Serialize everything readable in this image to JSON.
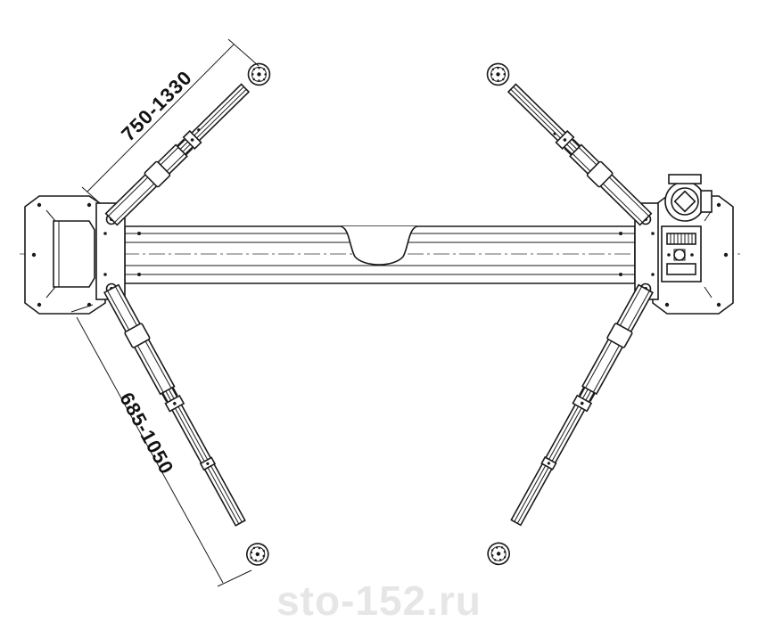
{
  "dimensions": {
    "upper_arm_range": "750-1330",
    "lower_arm_range": "685-1050"
  },
  "watermark": {
    "text": "sto-152.ru"
  },
  "colors": {
    "line": "#1a1a1a",
    "background": "#ffffff",
    "watermark": "#e6e6e6"
  }
}
